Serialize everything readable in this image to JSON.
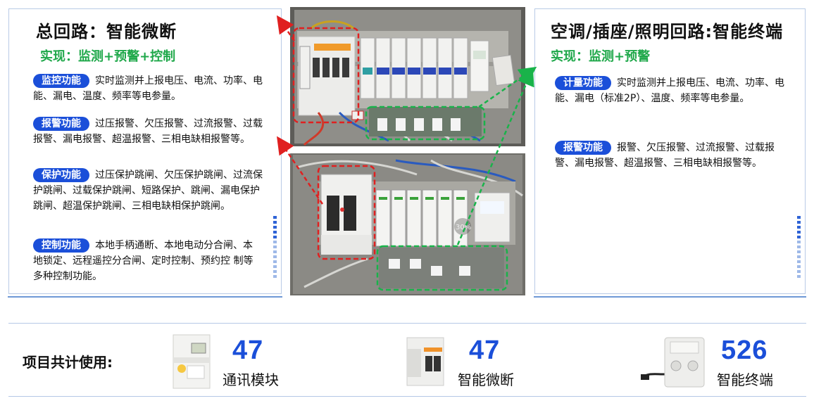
{
  "left": {
    "title": "总回路：智能微断",
    "subtitle": "实现：监测+预警+控制",
    "features": [
      {
        "badge": "监控功能",
        "text": "实时监测并上报电压、电流、功率、电能、漏电、温度、频率等电参量。"
      },
      {
        "badge": "报警功能",
        "text": "过压报警、欠压报警、过流报警、过载报警、漏电报警、超温报警、三相电缺相报警等。"
      },
      {
        "badge": "保护功能",
        "text": "过压保护跳闸、欠压保护跳闸、过流保护跳闸、过载保护跳闸、短路保护、跳闸、漏电保护跳闸、超温保护跳闸、三相电缺相保护跳闸。"
      },
      {
        "badge": "控制功能",
        "text": "本地手柄通断、本地电动分合闸、本地锁定、远程遥控分合闸、定时控制、预约控 制等多种控制功能。"
      }
    ]
  },
  "right": {
    "title": "空调/插座/照明回路:智能终端",
    "subtitle": "实现：监测+预警",
    "features": [
      {
        "badge": "计量功能",
        "text": "实时监测并上报电压、电流、功率、电能、漏电（标准2P）、温度、频率等电参量。"
      },
      {
        "badge": "报警功能",
        "text": "报警、欠压报警、过流报警、过载报警、漏电报警、超温报警、三相电缺相报警等。"
      }
    ]
  },
  "photo": {
    "percent_label": "30%"
  },
  "summary": {
    "label": "项目共计使用:",
    "items": [
      {
        "value": "47",
        "label": "通讯模块",
        "icon": "comm-module-icon"
      },
      {
        "value": "47",
        "label": "智能微断",
        "icon": "smart-breaker-icon"
      },
      {
        "value": "526",
        "label": "智能终端",
        "icon": "smart-terminal-icon"
      }
    ]
  },
  "colors": {
    "accent_blue": "#1b4fd9",
    "accent_green": "#1fa84a",
    "highlight_red": "#e02020",
    "highlight_green": "#19b34a"
  }
}
